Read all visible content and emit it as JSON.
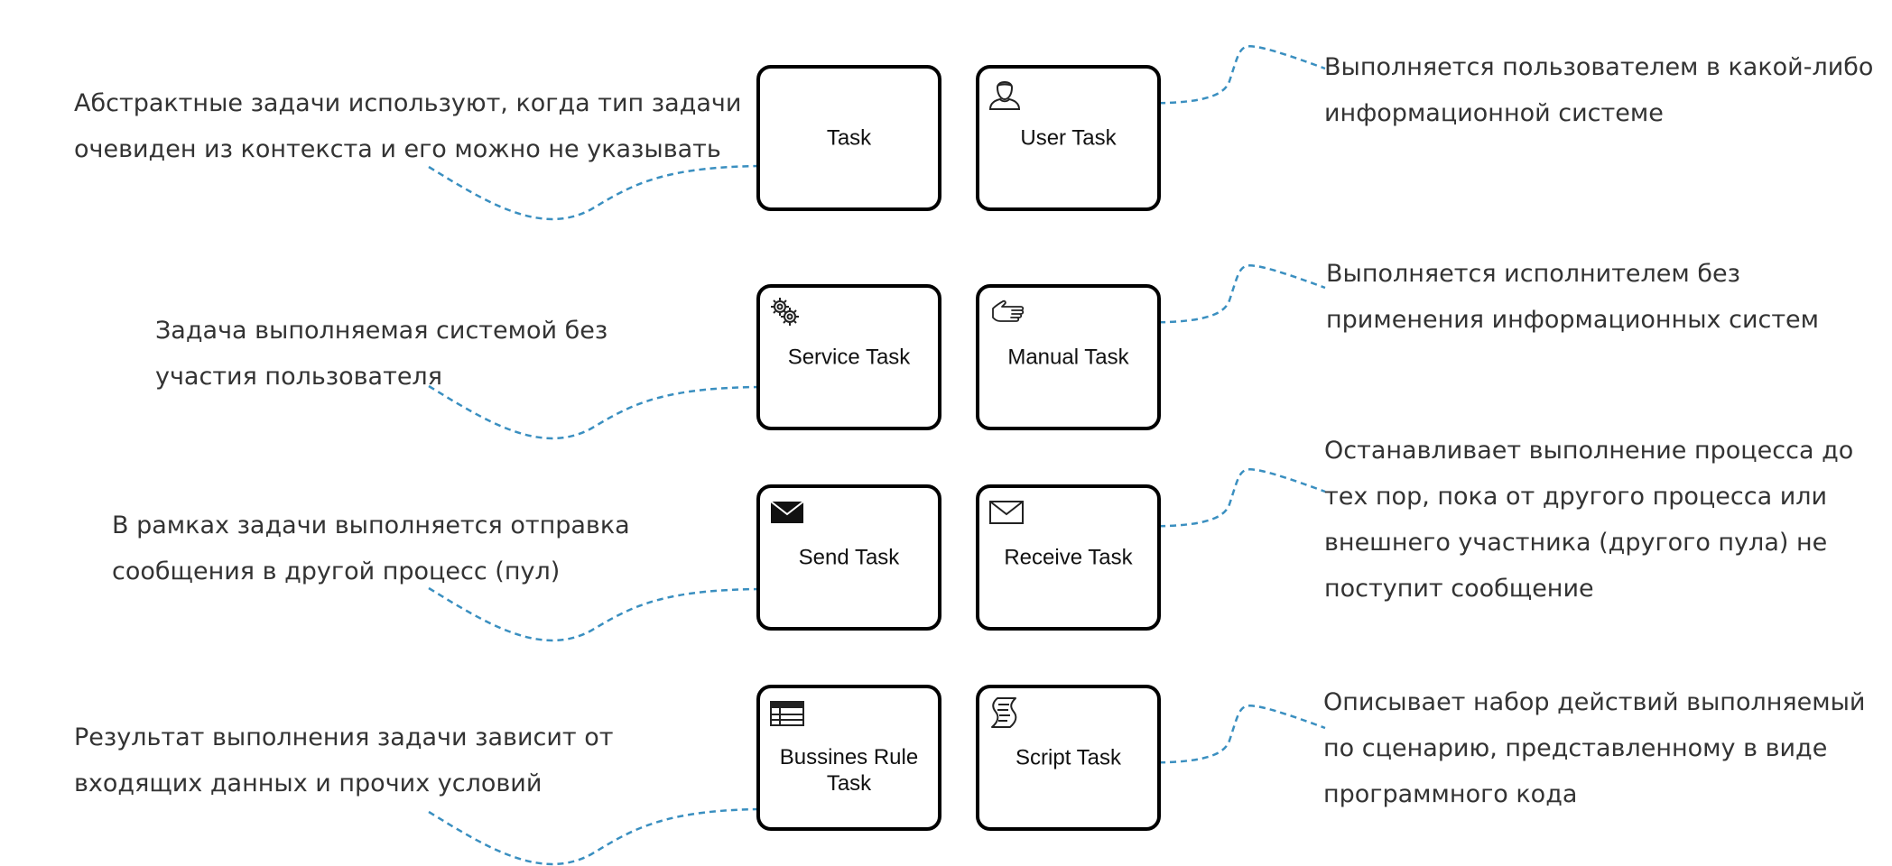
{
  "colors": {
    "connector": "#3A8FC0",
    "text": "#333333",
    "box_border": "#000000"
  },
  "tasks": [
    {
      "id": "task",
      "label": [
        "Task"
      ],
      "icon": null
    },
    {
      "id": "user-task",
      "label": [
        "User Task"
      ],
      "icon": "user-icon"
    },
    {
      "id": "service-task",
      "label": [
        "Service Task"
      ],
      "icon": "gears-icon"
    },
    {
      "id": "manual-task",
      "label": [
        "Manual Task"
      ],
      "icon": "hand-icon"
    },
    {
      "id": "send-task",
      "label": [
        "Send Task"
      ],
      "icon": "envelope-filled-icon"
    },
    {
      "id": "receive-task",
      "label": [
        "Receive Task"
      ],
      "icon": "envelope-outline-icon"
    },
    {
      "id": "business-rule-task",
      "label": [
        "Bussines Rule",
        "Task"
      ],
      "icon": "table-icon"
    },
    {
      "id": "script-task",
      "label": [
        "Script Task"
      ],
      "icon": "script-icon"
    }
  ],
  "annotations": {
    "task": [
      "Абстрактные задачи используют, когда тип задачи",
      "очевиден из контекста и его можно не указывать"
    ],
    "user_task": [
      "Выполняется пользователем в какой-либо",
      "информационной системе"
    ],
    "service_task": [
      "Задача выполняемая системой без",
      "участия пользователя"
    ],
    "manual_task": [
      "Выполняется исполнителем без",
      "применения информационных систем"
    ],
    "send_task": [
      "В рамках задачи выполняется отправка",
      "сообщения в другой процесс (пул)"
    ],
    "receive_task": [
      "Останавливает выполнение процесса до",
      "тех пор, пока от другого процесса или",
      "внешнего участника (другого пула) не",
      "поступит сообщение"
    ],
    "business_rule_task": [
      "Результат выполнения задачи зависит от",
      "входящих данных и прочих условий"
    ],
    "script_task": [
      "Описывает набор действий выполняемый",
      "по сценарию, представленному в виде",
      "программного кода"
    ]
  }
}
